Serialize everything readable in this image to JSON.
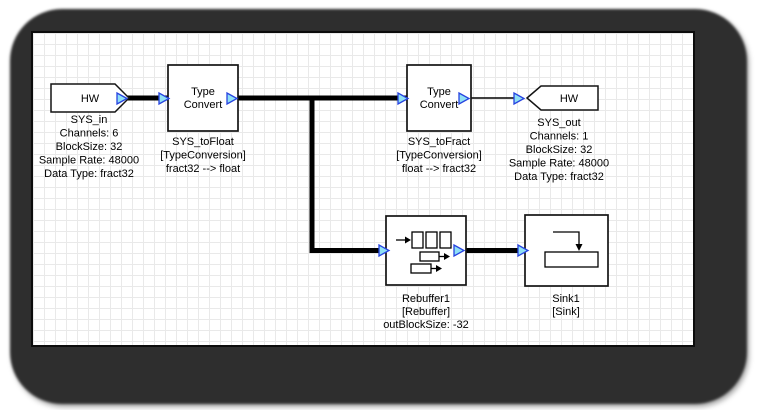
{
  "colors": {
    "frame_bg": "#2e2e2e",
    "canvas_bg": "#ffffff",
    "grid_line": "#e9e9e9",
    "wire": "#000000",
    "port_fill": "#8fe0f5",
    "port_stroke": "#2743e0",
    "block_border": "#141414"
  },
  "blocks": {
    "sys_in": {
      "block_text": "HW",
      "labels": [
        "SYS_in",
        "Channels: 6",
        "BlockSize: 32",
        "Sample Rate: 48000",
        "Data Type: fract32"
      ]
    },
    "sys_to_float": {
      "block_text_line1": "Type",
      "block_text_line2": "Convert",
      "labels": [
        "SYS_toFloat",
        "[TypeConversion]",
        "fract32 --> float"
      ]
    },
    "sys_to_fract": {
      "block_text_line1": "Type",
      "block_text_line2": "Convert",
      "labels": [
        "SYS_toFract",
        "[TypeConversion]",
        "float --> fract32"
      ]
    },
    "sys_out": {
      "block_text": "HW",
      "labels": [
        "SYS_out",
        "Channels: 1",
        "BlockSize: 32",
        "Sample Rate: 48000",
        "Data Type: fract32"
      ]
    },
    "rebuffer1": {
      "labels": [
        "Rebuffer1",
        "[Rebuffer]",
        "outBlockSize: -32"
      ]
    },
    "sink1": {
      "labels": [
        "Sink1",
        "[Sink]"
      ]
    }
  }
}
